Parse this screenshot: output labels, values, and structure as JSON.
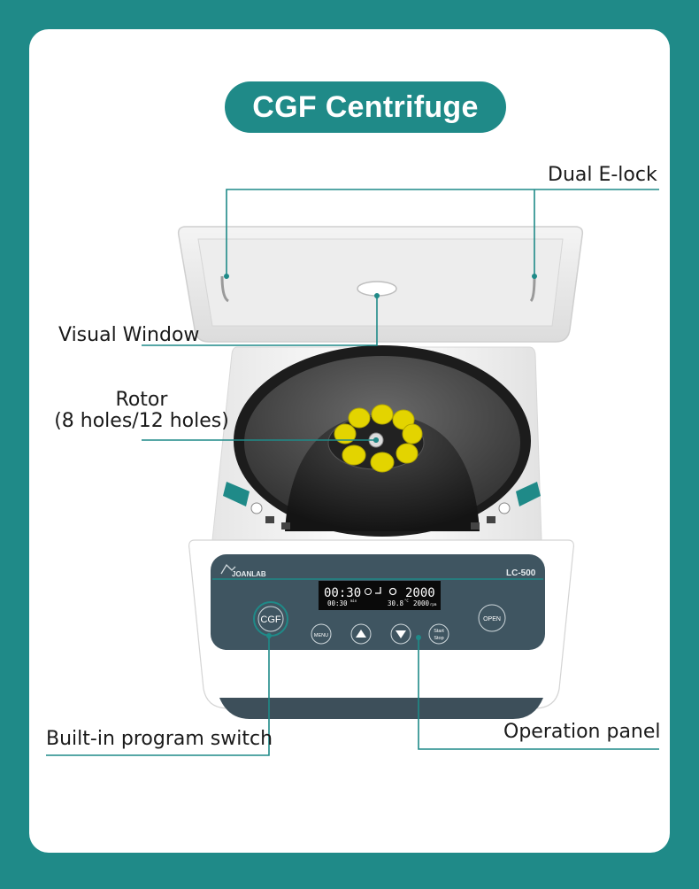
{
  "title": "CGF Centrifuge",
  "callouts": {
    "dual_elock": "Dual E-lock",
    "visual_window": "Visual Window",
    "rotor_line1": "Rotor",
    "rotor_line2": "(8 holes/12 holes)",
    "program_switch": "Built-in program switch",
    "operation_panel": "Operation panel"
  },
  "device": {
    "brand": "JOANLAB",
    "model": "LC-500",
    "display": {
      "time_main": "00:30",
      "speed_main": "2000",
      "time_sub": "00:30",
      "time_unit": "min",
      "temp_sub": "30.8",
      "temp_unit": "°C",
      "speed_sub": "2000",
      "speed_unit": "rpm"
    },
    "buttons": {
      "cgf": "CGF",
      "menu": "MENU",
      "start_line1": "Start",
      "start_line2": "Stop",
      "open": "OPEN"
    }
  },
  "colors": {
    "teal": "#1f8a88",
    "panel": "#3f5561",
    "tube_yellow": "#e3d400"
  }
}
